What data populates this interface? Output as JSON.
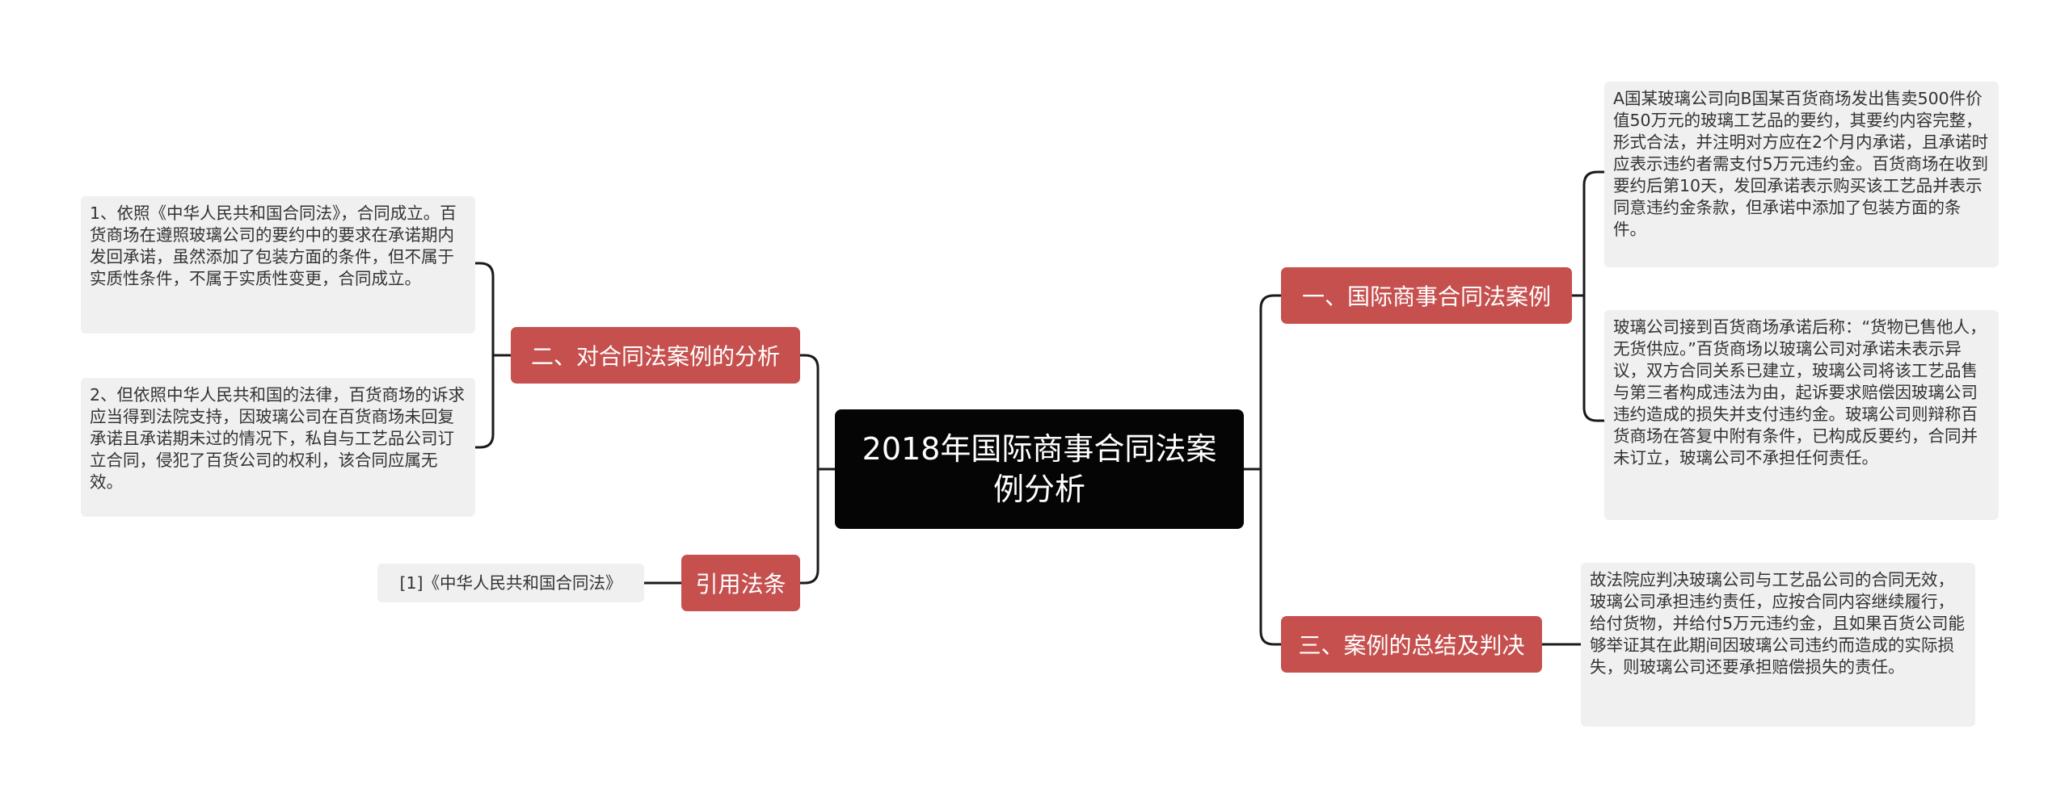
{
  "central": {
    "title": "2018年国际商事合同法案例分析"
  },
  "branches": {
    "b1": "一、国际商事合同法案例",
    "b2": "二、对合同法案例的分析",
    "b3": "三、案例的总结及判决",
    "b4": "引用法条"
  },
  "leaves": {
    "b1_1": "A国某玻璃公司向B国某百货商场发出售卖500件价值50万元的玻璃工艺品的要约，其要约内容完整，形式合法，并注明对方应在2个月内承诺，且承诺时应表示违约者需支付5万元违约金。百货商场在收到要约后第10天，发回承诺表示购买该工艺品并表示同意违约金条款，但承诺中添加了包装方面的条件。",
    "b1_2": "玻璃公司接到百货商场承诺后称：“货物已售他人，无货供应。”百货商场以玻璃公司对承诺未表示异议，双方合同关系已建立，玻璃公司将该工艺品售与第三者构成违法为由，起诉要求赔偿因玻璃公司违约造成的损失并支付违约金。玻璃公司则辩称百货商场在答复中附有条件，已构成反要约，合同并未订立，玻璃公司不承担任何责任。",
    "b2_1": "1、依照《中华人民共和国合同法》，合同成立。百货商场在遵照玻璃公司的要约中的要求在承诺期内发回承诺，虽然添加了包装方面的条件，但不属于实质性条件，不属于实质性变更，合同成立。",
    "b2_2": "2、但依照中华人民共和国的法律，百货商场的诉求应当得到法院支持，因玻璃公司在百货商场未回复承诺且承诺期未过的情况下，私自与工艺品公司订立合同，侵犯了百货公司的权利，该合同应属无效。",
    "b3_1": "故法院应判决玻璃公司与工艺品公司的合同无效，玻璃公司承担违约责任，应按合同内容继续履行，给付货物，并给付5万元违约金，且如果百货公司能够举证其在此期间因玻璃公司违约而造成的实际损失，则玻璃公司还要承担赔偿损失的责任。",
    "b4_1": "[1]《中华人民共和国合同法》"
  },
  "colors": {
    "central_bg": "#050505",
    "branch_bg": "#c5504e",
    "leaf_bg": "#f0f0f0",
    "line": "#1a1a1a"
  }
}
